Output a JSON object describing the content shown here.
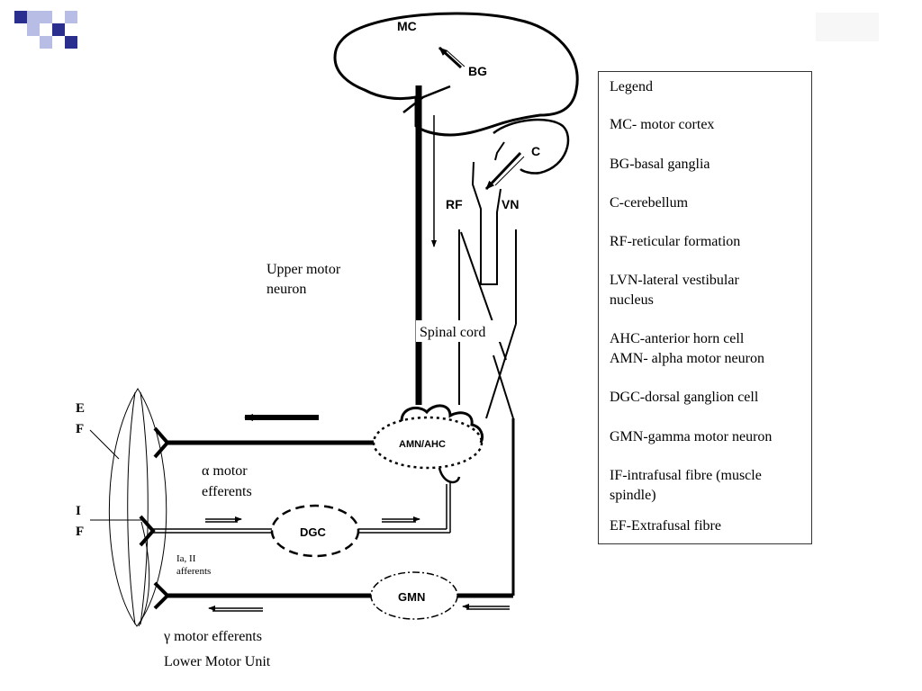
{
  "labels": {
    "mc": "MC",
    "bg": "BG",
    "c": "C",
    "rf": "RF",
    "vn": "VN",
    "upper_motor_1": "Upper motor",
    "upper_motor_2": "neuron",
    "spinal_cord": "Spinal cord",
    "amn_ahc": "AMN/AHC",
    "dgc": "DGC",
    "gmn": "GMN",
    "ef_e": "E",
    "ef_f": "F",
    "if_i": "I",
    "if_f": "F",
    "alpha_1": "α motor",
    "alpha_2": "efferents",
    "ia_1": "Ia, II",
    "ia_2": "afferents",
    "gamma": "γ motor efferents",
    "lower_unit": "Lower Motor Unit"
  },
  "legend": {
    "title": "Legend",
    "items": [
      "MC- motor cortex",
      "BG-basal ganglia",
      "C-cerebellum",
      "RF-reticular formation",
      "LVN-lateral vestibular",
      "nucleus",
      "AHC-anterior horn cell",
      "AMN- alpha motor neuron",
      "DGC-dorsal ganglion cell",
      "GMN-gamma motor neuron",
      "IF-intrafusal fibre (muscle",
      "spindle)",
      "EF-Extrafusal fibre"
    ]
  },
  "colors": {
    "logo_dark": "#2a2f8f",
    "logo_light": "#b8bde6",
    "line": "#000000"
  }
}
